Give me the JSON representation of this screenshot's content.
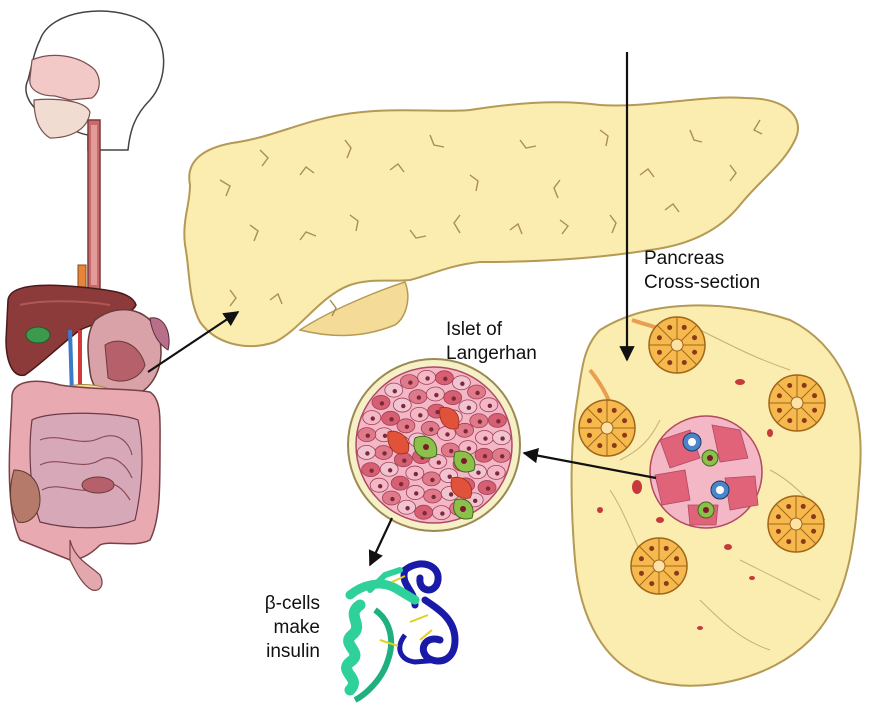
{
  "labels": {
    "pancreas_line1": "Pancreas",
    "pancreas_line2": "Cross-section",
    "islet_line1": "Islet of",
    "islet_line2": "Langerhan",
    "beta_line1": "β-cells",
    "beta_line2": "make",
    "beta_line3": "insulin"
  },
  "colors": {
    "pancreas_fill": "#fbecb0",
    "pancreas_stroke": "#b59a55",
    "acinus_fill": "#f6b94e",
    "islet_fill": "#e0637a",
    "islet_light": "#f3b7c6",
    "alpha_cell": "#8cc04a",
    "delta_cell": "#4a86c8",
    "insulin_green": "#2fd19a",
    "insulin_blue": "#1a1aa8",
    "disulfide": "#e0d020"
  }
}
